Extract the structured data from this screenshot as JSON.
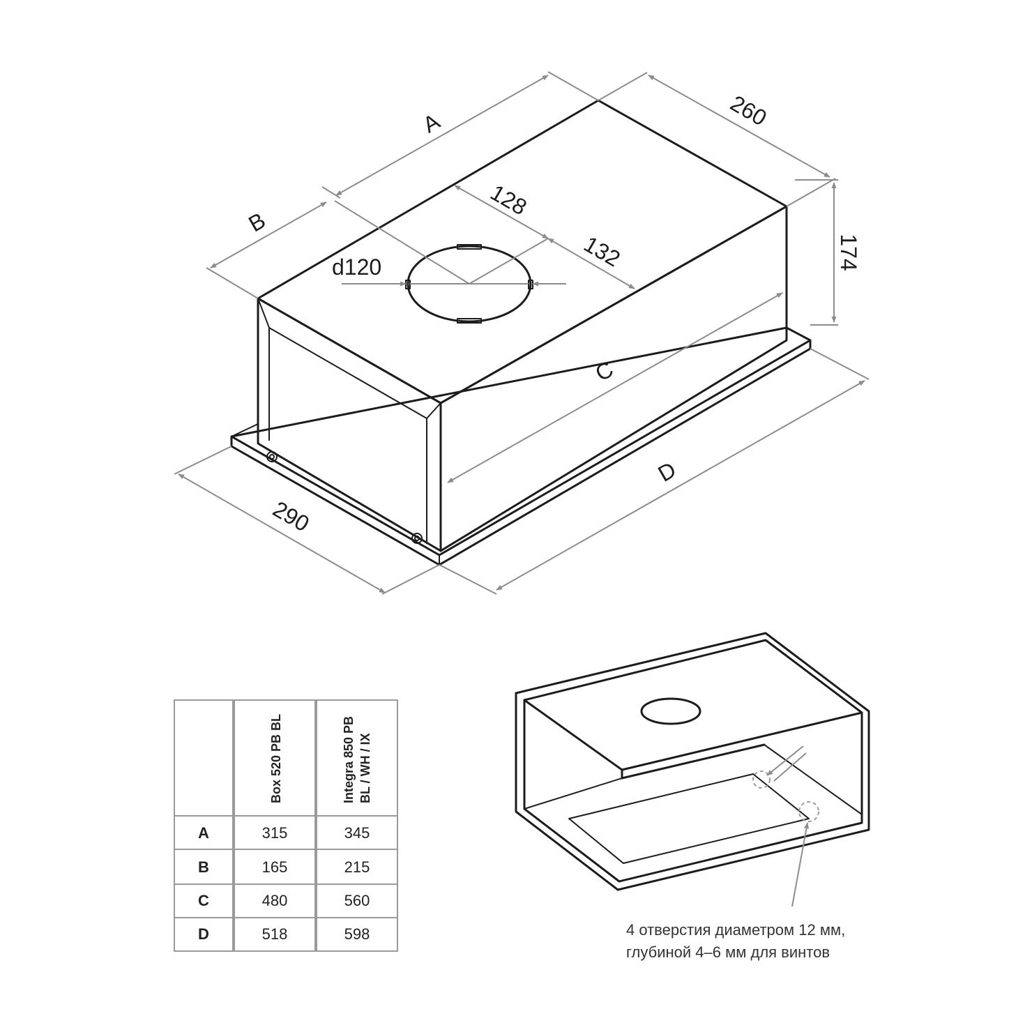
{
  "dimensions": {
    "A": "A",
    "B": "B",
    "C": "C",
    "D": "D",
    "d120": "d120",
    "w128": "128",
    "w132": "132",
    "w260": "260",
    "h174": "174",
    "w290": "290"
  },
  "table": {
    "headers": [
      "Box 520 PB BL",
      "Integra 850 PB BL / WH / IX"
    ],
    "header_lines": [
      [
        "Box 520 PB BL"
      ],
      [
        "Integra 850 PB",
        "BL / WH / IX"
      ]
    ],
    "rows": [
      {
        "label": "A",
        "values": [
          "315",
          "345"
        ]
      },
      {
        "label": "B",
        "values": [
          "165",
          "215"
        ]
      },
      {
        "label": "C",
        "values": [
          "480",
          "560"
        ]
      },
      {
        "label": "D",
        "values": [
          "518",
          "598"
        ]
      }
    ]
  },
  "note": {
    "line1": "4 отверстия диаметром 12 мм,",
    "line2": "глубиной 4–6 мм для винтов"
  },
  "colors": {
    "outline": "#1c1c1c",
    "dimension": "#8c8c8c",
    "grid": "#9a9a9a"
  }
}
